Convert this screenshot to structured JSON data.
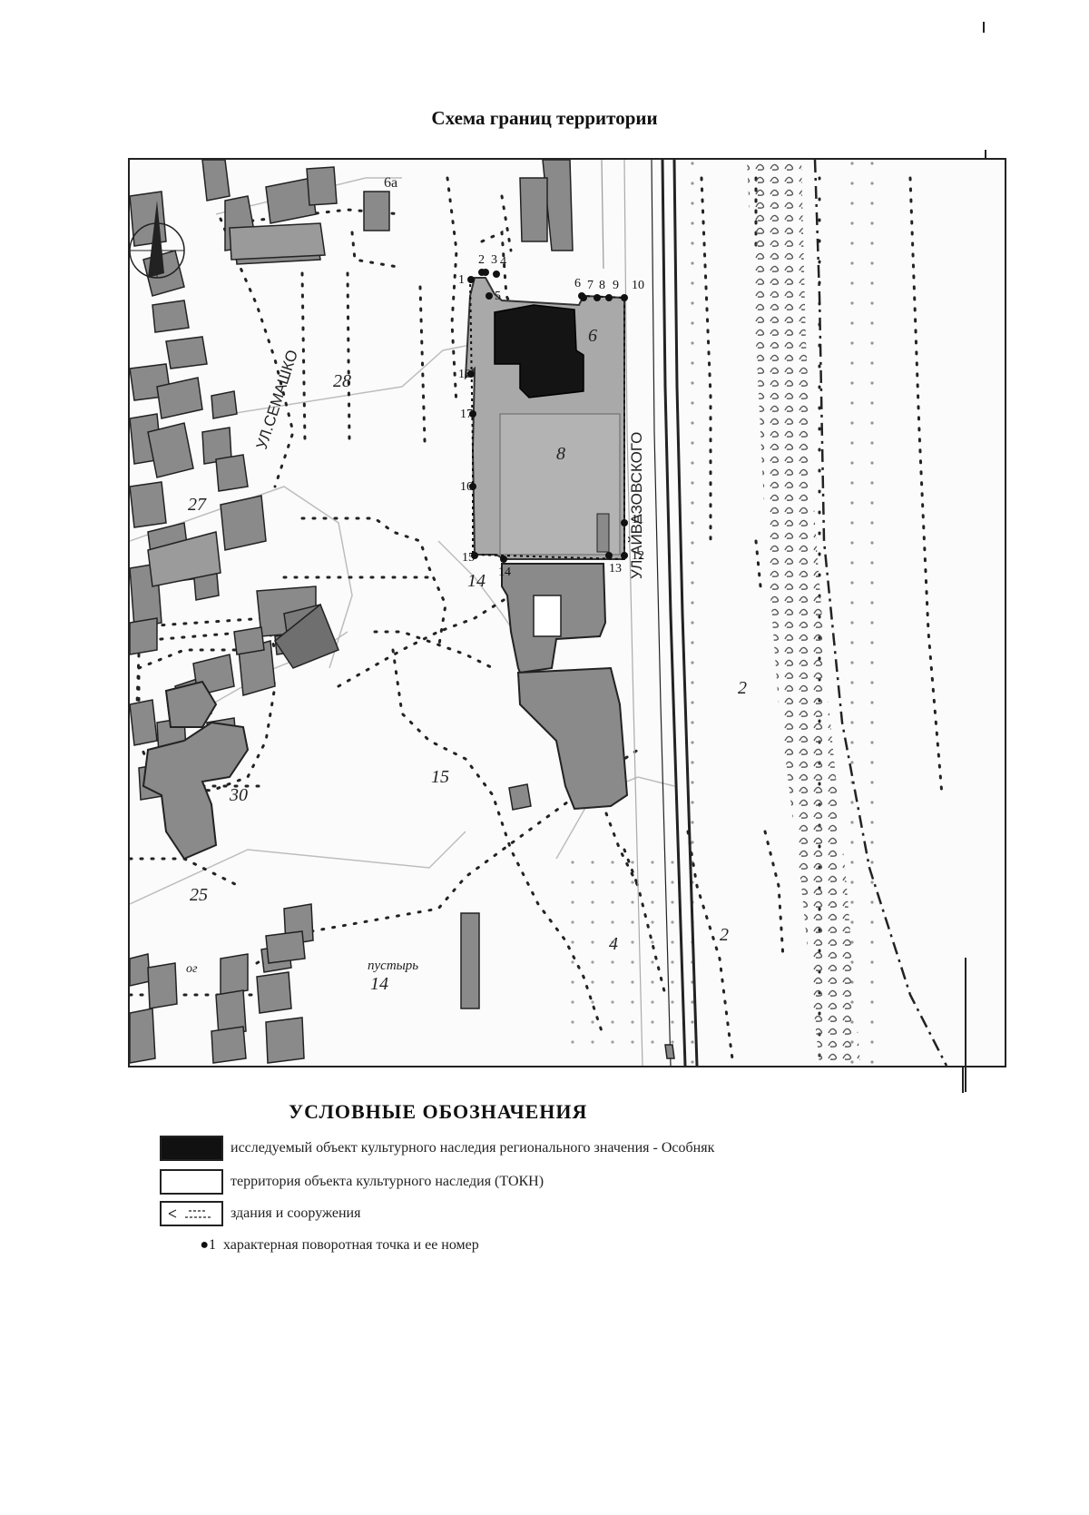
{
  "page": {
    "title": "Схема границ территории",
    "corner_mark": "|"
  },
  "map": {
    "labels": [
      {
        "id": "q28",
        "text": "28"
      },
      {
        "id": "q27",
        "text": "27"
      },
      {
        "id": "q30",
        "text": "30"
      },
      {
        "id": "q25",
        "text": "25"
      },
      {
        "id": "q15",
        "text": "15"
      },
      {
        "id": "q14a",
        "text": "14"
      },
      {
        "id": "q14b",
        "text": "14"
      },
      {
        "id": "q8",
        "text": "8"
      },
      {
        "id": "q6",
        "text": "6"
      },
      {
        "id": "q4",
        "text": "4"
      },
      {
        "id": "q2a",
        "text": "2"
      },
      {
        "id": "q2b",
        "text": "2"
      },
      {
        "id": "q6a",
        "text": "6а"
      },
      {
        "id": "og",
        "text": "ог"
      },
      {
        "id": "pustyr",
        "text": "пустырь"
      }
    ],
    "street_labels": [
      {
        "id": "s1",
        "text": "УЛ.СЕМАШКО"
      },
      {
        "id": "s2",
        "text": "УЛ.АЙВАЗОВСКОГО"
      }
    ],
    "turning_points": [
      "1",
      "2",
      "3",
      "4",
      "5",
      "6",
      "7",
      "8",
      "9",
      "10",
      "11",
      "12",
      "13",
      "14",
      "15",
      "16",
      "17",
      "18"
    ]
  },
  "legend": {
    "title": "УСЛОВНЫЕ ОБОЗНАЧЕНИЯ",
    "items": [
      {
        "kind": "object",
        "text": "исследуемый объект культурного наследия регионального значения - Особняк",
        "color": "#111111"
      },
      {
        "kind": "territory",
        "text": "территория объекта культурного наследия (ТОКН)",
        "color": "#ffffff"
      },
      {
        "kind": "buildings",
        "text": "здания и сооружения",
        "color": "#ffffff"
      },
      {
        "kind": "point",
        "symbol": "●1",
        "text": "характерная поворотная точка и ее номер"
      }
    ]
  },
  "colors": {
    "building": "#8a8a8a",
    "territory": "#a9a9a9",
    "object": "#141414",
    "road": "#333333"
  }
}
